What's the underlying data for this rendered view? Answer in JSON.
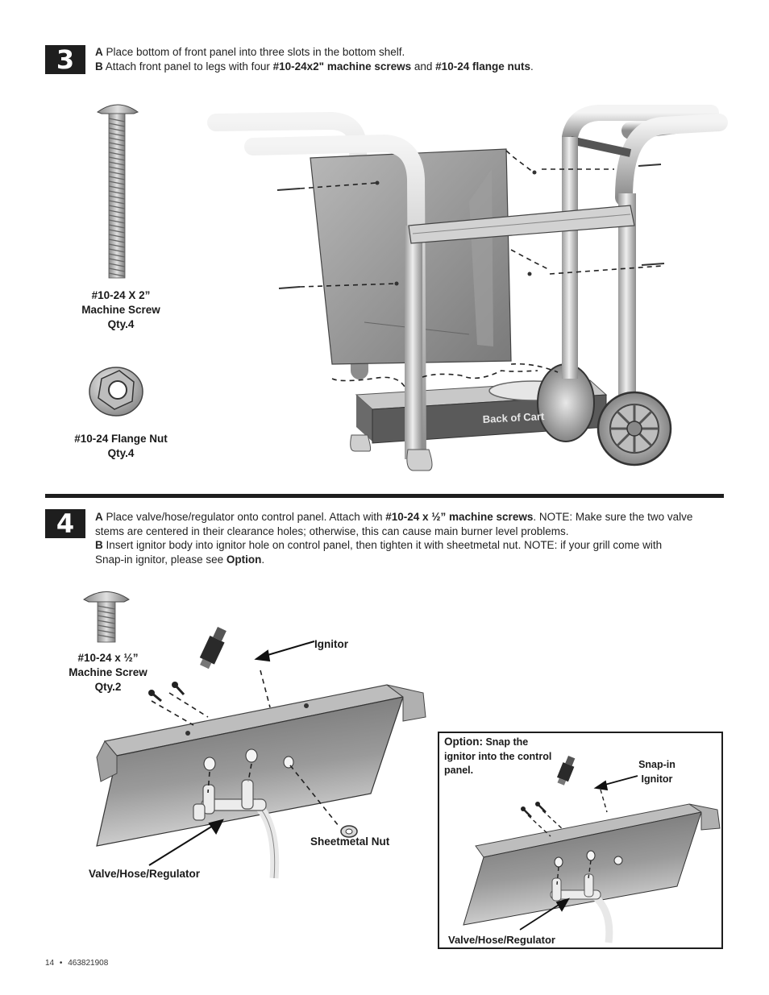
{
  "step3": {
    "number": "3",
    "line_a_prefix": "A",
    "line_a_text": " Place bottom of front panel into three slots in the bottom shelf.",
    "line_b_prefix": "B",
    "line_b_text1": " Attach front panel to legs with four ",
    "line_b_bold1": "#10-24x2\" machine screws",
    "line_b_text2": " and ",
    "line_b_bold2": "#10-24 flange nuts",
    "line_b_text3": ".",
    "screw_label": [
      "#10-24 X 2”",
      "Machine Screw",
      "Qty.4"
    ],
    "nut_label": [
      "#10-24 Flange Nut",
      "Qty.4"
    ],
    "cart_label": "Back of Cart"
  },
  "step4": {
    "number": "4",
    "line_a_prefix": "A",
    "line_a_text1": "  Place valve/hose/regulator onto control panel. Attach with ",
    "line_a_bold": "#10-24 x ½” machine screws",
    "line_a_text2": ". NOTE: Make sure the two valve",
    "line_a_text3": "stems are centered in their clearance holes; otherwise, this can cause main burner level problems.",
    "line_b_prefix": "B",
    "line_b_text1": "  Insert ignitor body into ignitor hole on control panel, then tighten it with sheetmetal nut. NOTE: if your grill come with",
    "line_b_text2": "Snap-in ignitor, please see ",
    "line_b_bold": "Option",
    "line_b_text3": ".",
    "screw_label": [
      "#10-24 x ½”",
      "Machine Screw",
      "Qty.2"
    ],
    "ignitor_label": "Ignitor",
    "sheetmetal_nut_label": "Sheetmetal Nut",
    "valve_label": "Valve/Hose/Regulator",
    "option": {
      "title": "Option:",
      "text1": " Snap the",
      "text2": "ignitor into the control",
      "text3": "panel.",
      "snapin_label": [
        "Snap-in",
        "Ignitor"
      ],
      "valve_label": "Valve/Hose/Regulator"
    }
  },
  "footer": {
    "page": "14",
    "sep": "•",
    "doc_number": "463821908"
  }
}
